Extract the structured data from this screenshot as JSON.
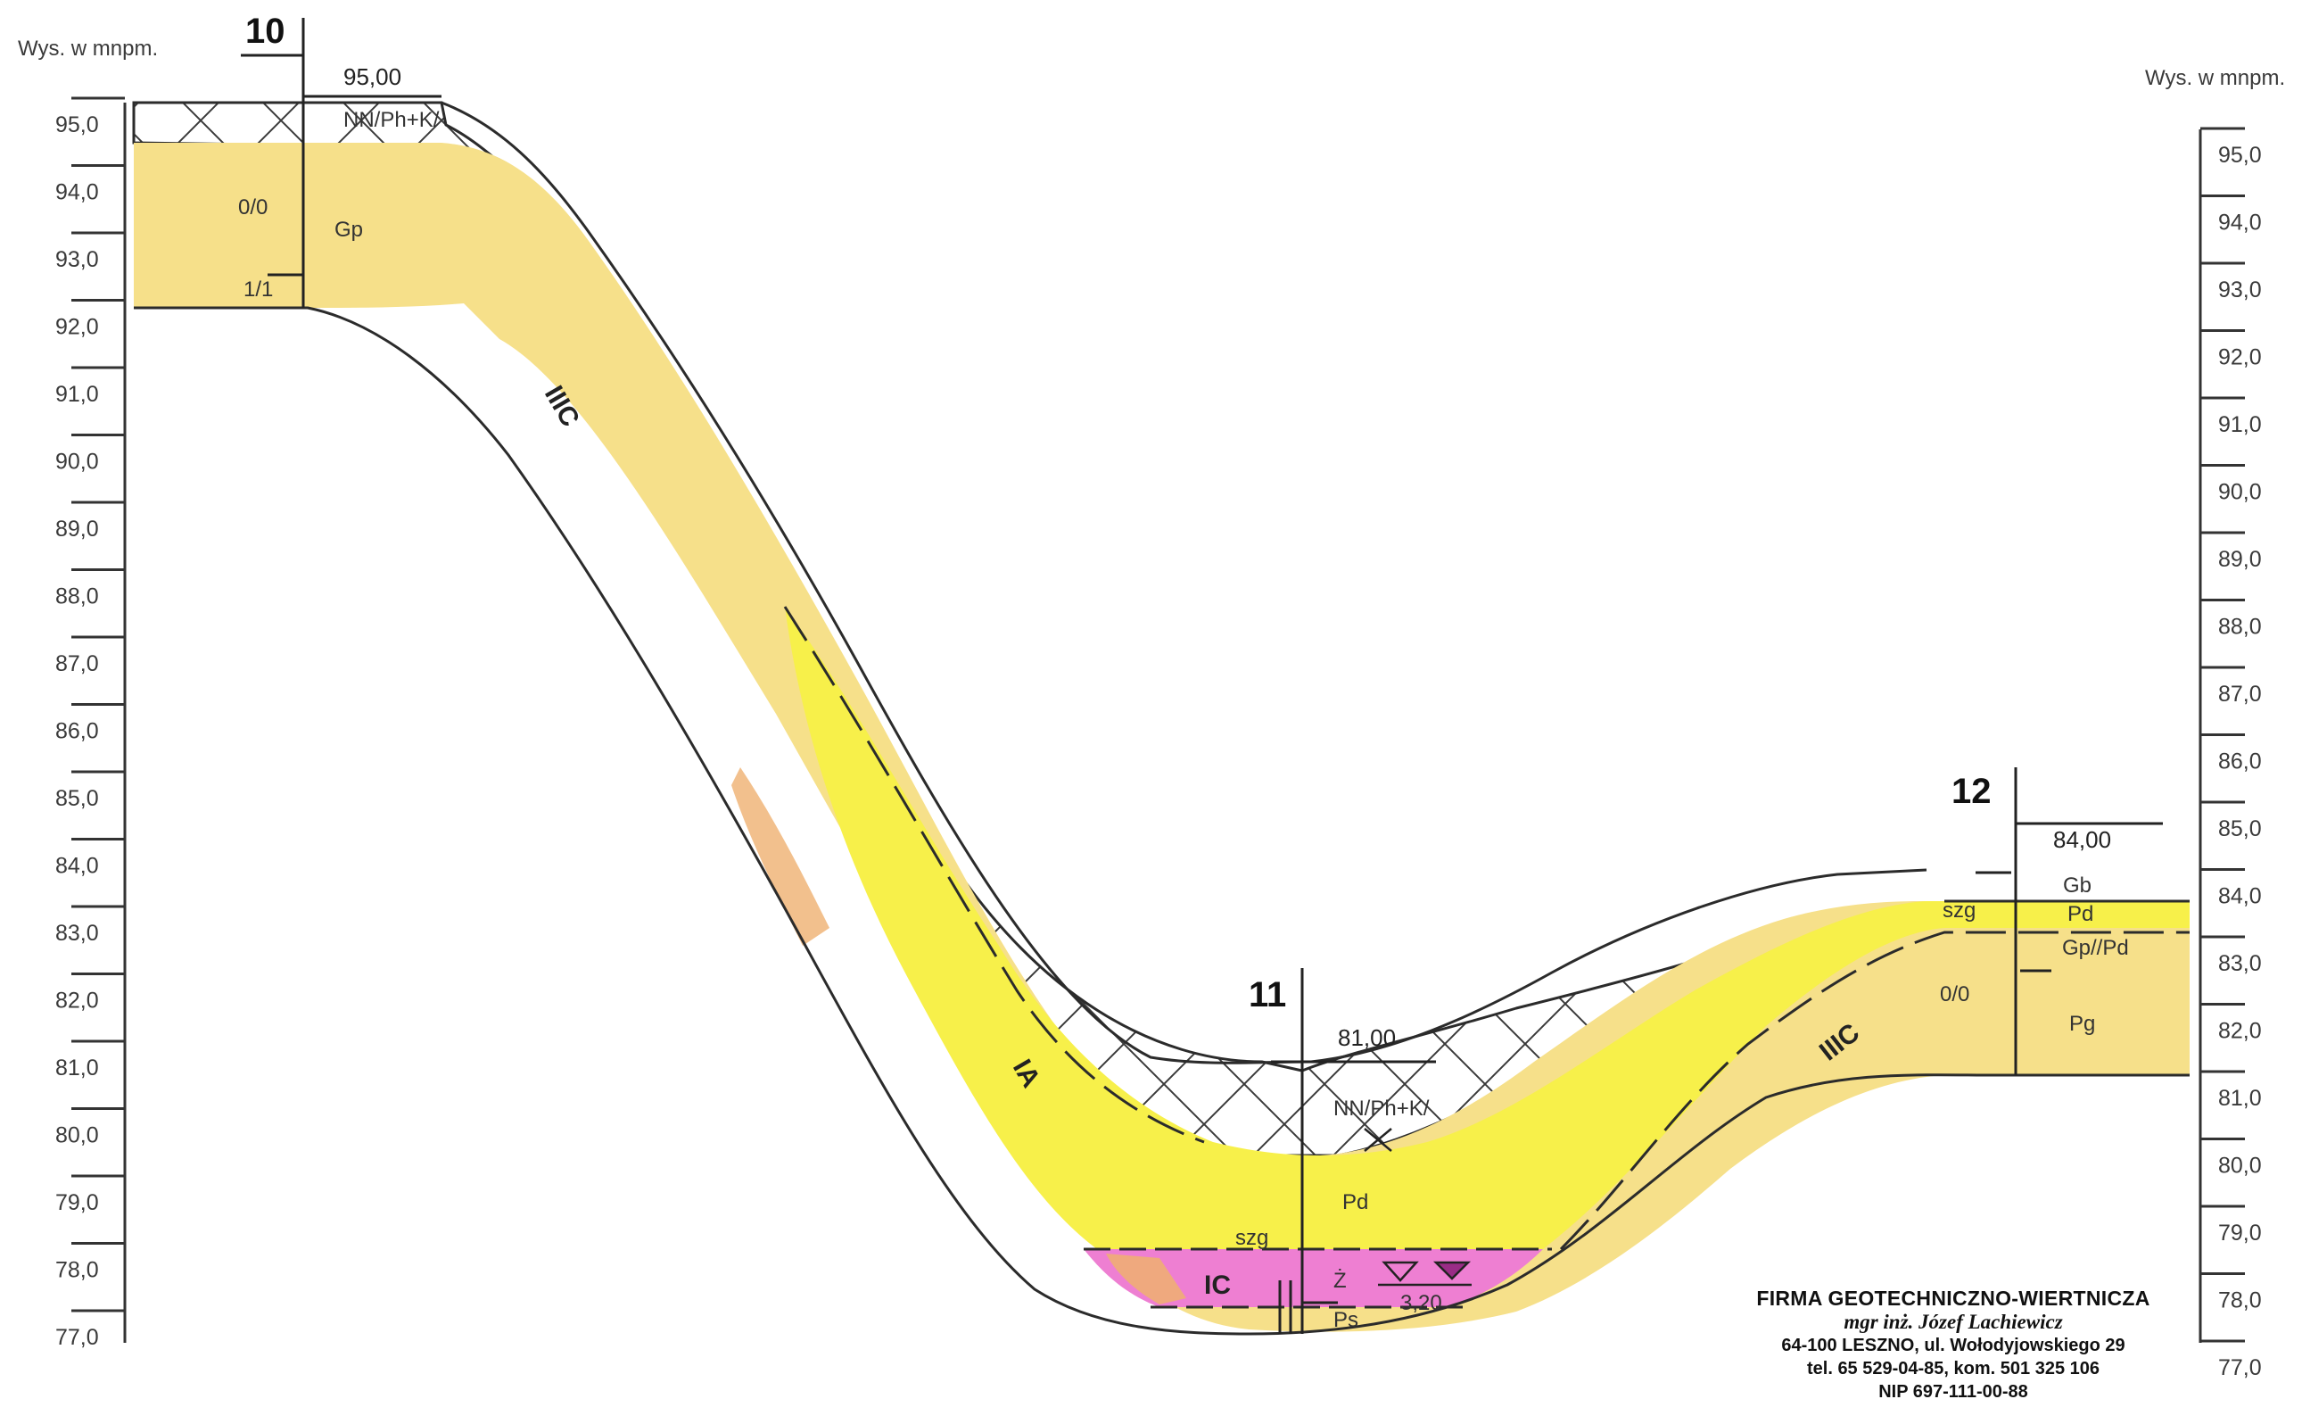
{
  "axis": {
    "left_title": "Wys. w mnpm.",
    "right_title": "Wys. w mnpm.",
    "left_ticks": [
      "95,0",
      "94,0",
      "93,0",
      "92,0",
      "91,0",
      "90,0",
      "89,0",
      "88,0",
      "87,0",
      "86,0",
      "85,0",
      "84,0",
      "83,0",
      "82,0",
      "81,0",
      "80,0",
      "79,0",
      "78,0",
      "77,0"
    ],
    "right_ticks": [
      "95,0",
      "94,0",
      "93,0",
      "92,0",
      "91,0",
      "90,0",
      "89,0",
      "88,0",
      "87,0",
      "86,0",
      "85,0",
      "84,0",
      "83,0",
      "82,0",
      "81,0",
      "80,0",
      "79,0",
      "78,0",
      "77,0"
    ]
  },
  "boreholes": [
    {
      "number": "10",
      "elevation": "95,00",
      "soils": [
        "NN/Ph+K/",
        "Gp",
        "0/0",
        "1/1"
      ]
    },
    {
      "number": "11",
      "elevation": "81,00",
      "soils": [
        "NN/Ph+K/",
        "Pd",
        "szg",
        "Ż",
        "3,20",
        "Ps"
      ]
    },
    {
      "number": "12",
      "elevation": "84,00",
      "soils": [
        "Gb",
        "Pd",
        "Gp//Pd",
        "szg",
        "0/0",
        "Pg"
      ]
    }
  ],
  "layers": {
    "upper_left": "IIIC",
    "sand": "IA",
    "bottom": "IC",
    "upper_right": "IIIC"
  },
  "colors": {
    "fill_soil": "#f6e08a",
    "fill_sand": "#f7f04a",
    "fill_bottom": "#ee7fd2",
    "fill_accent": "#efb070",
    "line": "#2b2b2b"
  },
  "firm": {
    "name": "FIRMA GEOTECHNICZNO-WIERTNICZA",
    "owner": "mgr inż. Józef Lachiewicz",
    "address": "64-100 LESZNO, ul. Wołodyjowskiego 29",
    "phone": "tel. 65 529-04-85, kom. 501 325 106",
    "nip": "NIP 697-111-00-88"
  }
}
